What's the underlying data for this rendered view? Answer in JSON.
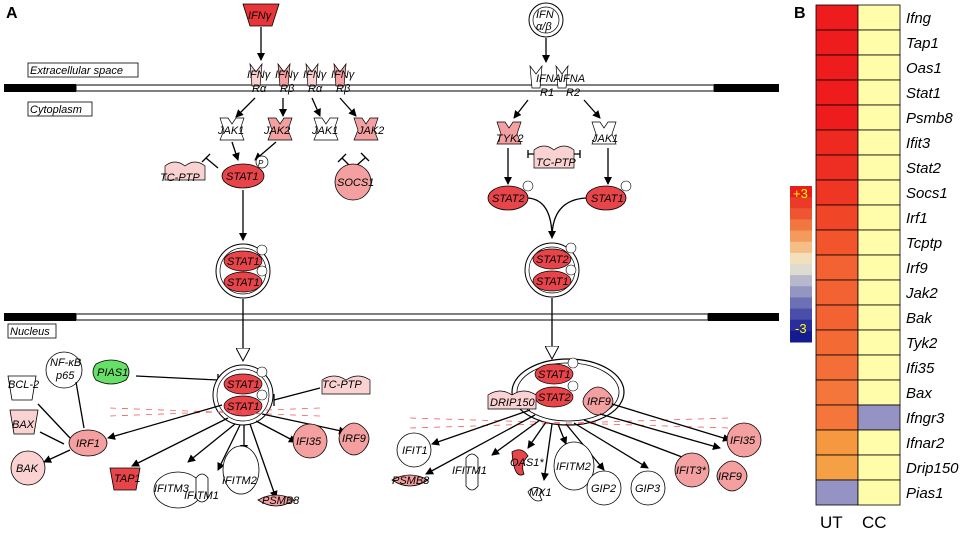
{
  "panel_a": {
    "label": "A",
    "compartments": {
      "extracellular": "Extracellular space",
      "cytoplasm": "Cytoplasm",
      "nucleus": "Nucleus"
    },
    "nodes": {
      "ifng": "IFNγ",
      "ifnab_1": "IFN",
      "ifnab_2": "α/β",
      "ifngr_ra1_a": "IFNγ",
      "ifngr_ra1_b": "Rα",
      "ifngr_rb1_a": "IFNγ",
      "ifngr_rb1_b": "Rβ",
      "ifngr_ra2_a": "IFNγ",
      "ifngr_ra2_b": "Rα",
      "ifngr_rb2_a": "IFNγ",
      "ifngr_rb2_b": "Rβ",
      "ifnar1_a": "IFNA",
      "ifnar1_b": "R1",
      "ifnar2_a": "IFNA",
      "ifnar2_b": "R2",
      "jak1_a": "JAK1",
      "jak2_a": "JAK2",
      "jak1_b": "JAK1",
      "jak2_b": "JAK2",
      "tyk2": "TYK2",
      "jak1_c": "JAK1",
      "tcptp_left": "TC-PTP",
      "tcptp_mid": "TC-PTP",
      "tcptp_nuc": "TC-PTP",
      "stat1_left": "STAT1",
      "socs1": "SOCS1",
      "stat2_mid": "STAT2",
      "stat1_right": "STAT1",
      "dimer_left_top": "STAT1",
      "dimer_left_bot": "STAT1",
      "dimer_right_top": "STAT2",
      "dimer_right_bot": "STAT1",
      "nuc_left_top": "STAT1",
      "nuc_left_bot": "STAT1",
      "nuc_right_top": "STAT1",
      "nuc_right_bot": "STAT2",
      "phospho": "P",
      "nfkb_a": "NF-κB",
      "nfkb_b": "p65",
      "pias1": "PIAS1",
      "bcl2": "BCL-2",
      "bax": "BAX",
      "bak": "BAK",
      "irf1": "IRF1",
      "tap1": "TAP1",
      "ifitm3": "IFITM3",
      "ifitm1_l": "IFITM1",
      "ifitm2_l": "IFITM2",
      "psmb8_l": "PSMB8",
      "ifi35_l": "IFI35",
      "irf9_l": "IRF9",
      "drip150": "DRIP150",
      "irf9_r": "IRF9",
      "ifi35_r": "IFI35",
      "ifit1": "IFIT1",
      "psmb8_r": "PSMB8",
      "ifitm1_r": "IFITM1",
      "oas1": "OAS1*",
      "mx1": "MX1",
      "ifitm2_r": "IFITM2",
      "gip2": "GIP2",
      "gip3": "GIP3",
      "ifit3": "IFIT3*",
      "irf9_r2": "IRF9"
    }
  },
  "panel_b": {
    "label": "B",
    "columns": [
      "UT",
      "CC"
    ],
    "genes": [
      "Ifng",
      "Tap1",
      "Oas1",
      "Stat1",
      "Psmb8",
      "Ifit3",
      "Stat2",
      "Socs1",
      "Irf1",
      "Tcptp",
      "Irf9",
      "Jak2",
      "Bak",
      "Tyk2",
      "Ifi35",
      "Bax",
      "Ifngr3",
      "Ifnar2",
      "Drip150",
      "Pias1"
    ],
    "ut_colors": [
      "#ee1c1c",
      "#ee1c1c",
      "#ee1c1c",
      "#ee1c1c",
      "#ee1c1c",
      "#ee2a20",
      "#ee2e22",
      "#ef3524",
      "#f04527",
      "#f2552c",
      "#f26232",
      "#f26232",
      "#f26232",
      "#f36a35",
      "#f46f38",
      "#f4763b",
      "#f4763b",
      "#f5983f",
      "#f6a046",
      "#9593c4"
    ],
    "cc_colors": [
      "#fffcaa",
      "#fffcaa",
      "#fffcaa",
      "#fffcaa",
      "#fffcaa",
      "#fffcaa",
      "#fffcaa",
      "#fffcaa",
      "#fffcaa",
      "#fffcaa",
      "#fffcaa",
      "#fffcaa",
      "#fffcaa",
      "#fffcaa",
      "#fffcaa",
      "#fffcaa",
      "#9593c4",
      "#fffcaa",
      "#fffcaa",
      "#fffcaa"
    ],
    "scale": {
      "max_label": "+3",
      "min_label": "-3",
      "colors": [
        "#e61e1e",
        "#ec3a28",
        "#ef5533",
        "#f17640",
        "#f39a5c",
        "#f5be86",
        "#f2e0bc",
        "#dedcd0",
        "#b8b8cc",
        "#9495c0",
        "#6d70b4",
        "#4a4ea8",
        "#2a2e9c",
        "#141a90"
      ]
    }
  }
}
